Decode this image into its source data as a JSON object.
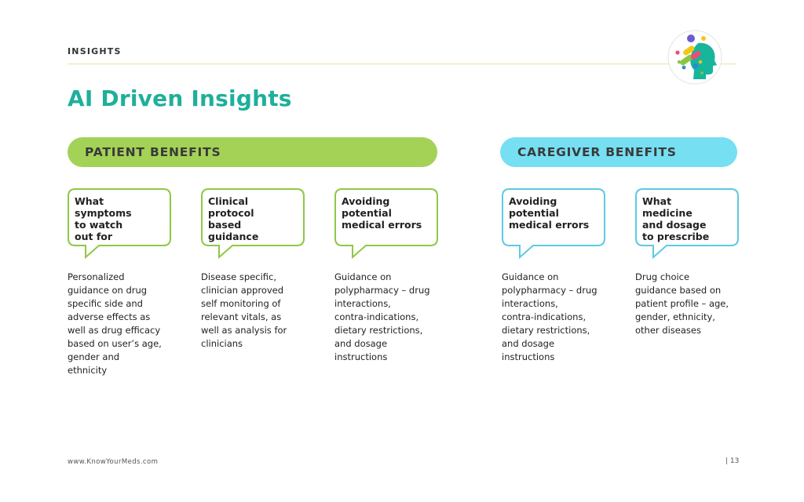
{
  "header": {
    "section": "INSIGHTS",
    "title": "AI Driven Insights"
  },
  "colors": {
    "accent_title": "#1faf9b",
    "patient": "#a3d257",
    "caregiver": "#76dff2",
    "patient_bubble_border": "#8fc845",
    "caregiver_bubble_border": "#5ec9e2",
    "header_rule": "#f1dfa0"
  },
  "patient": {
    "label": "PATIENT BENEFITS",
    "items": [
      {
        "bubble": [
          "What",
          "symptoms",
          "to watch",
          "out for"
        ],
        "description": [
          "Personalized",
          "guidance on drug",
          "specific side and",
          "adverse effects as",
          "well as drug efficacy",
          "based on user’s age,",
          "gender and",
          "ethnicity"
        ]
      },
      {
        "bubble": [
          "Clinical",
          "protocol",
          "based",
          "guidance"
        ],
        "description": [
          "Disease specific,",
          "clinician approved",
          "self monitoring of",
          "relevant vitals, as",
          "well as analysis for",
          "clinicians"
        ]
      },
      {
        "bubble": [
          "Avoiding",
          "potential",
          "medical errors"
        ],
        "description": [
          "Guidance on",
          "polypharmacy – drug",
          "interactions,",
          "contra-indications,",
          "dietary restrictions,",
          "and dosage",
          "instructions"
        ]
      }
    ]
  },
  "caregiver": {
    "label": "CAREGIVER BENEFITS",
    "items": [
      {
        "bubble": [
          "Avoiding",
          "potential",
          "medical errors"
        ],
        "description": [
          "Guidance on",
          "polypharmacy – drug",
          "interactions,",
          "contra-indications,",
          "dietary restrictions,",
          "and dosage",
          "instructions"
        ]
      },
      {
        "bubble": [
          "What",
          "medicine",
          "and dosage",
          "to prescribe"
        ],
        "description": [
          "Drug choice",
          "guidance based on",
          "patient profile – age,",
          "gender, ethnicity,",
          "other diseases"
        ]
      }
    ]
  },
  "footer": {
    "url": "www.KnowYourMeds.com",
    "page": "| 13"
  }
}
